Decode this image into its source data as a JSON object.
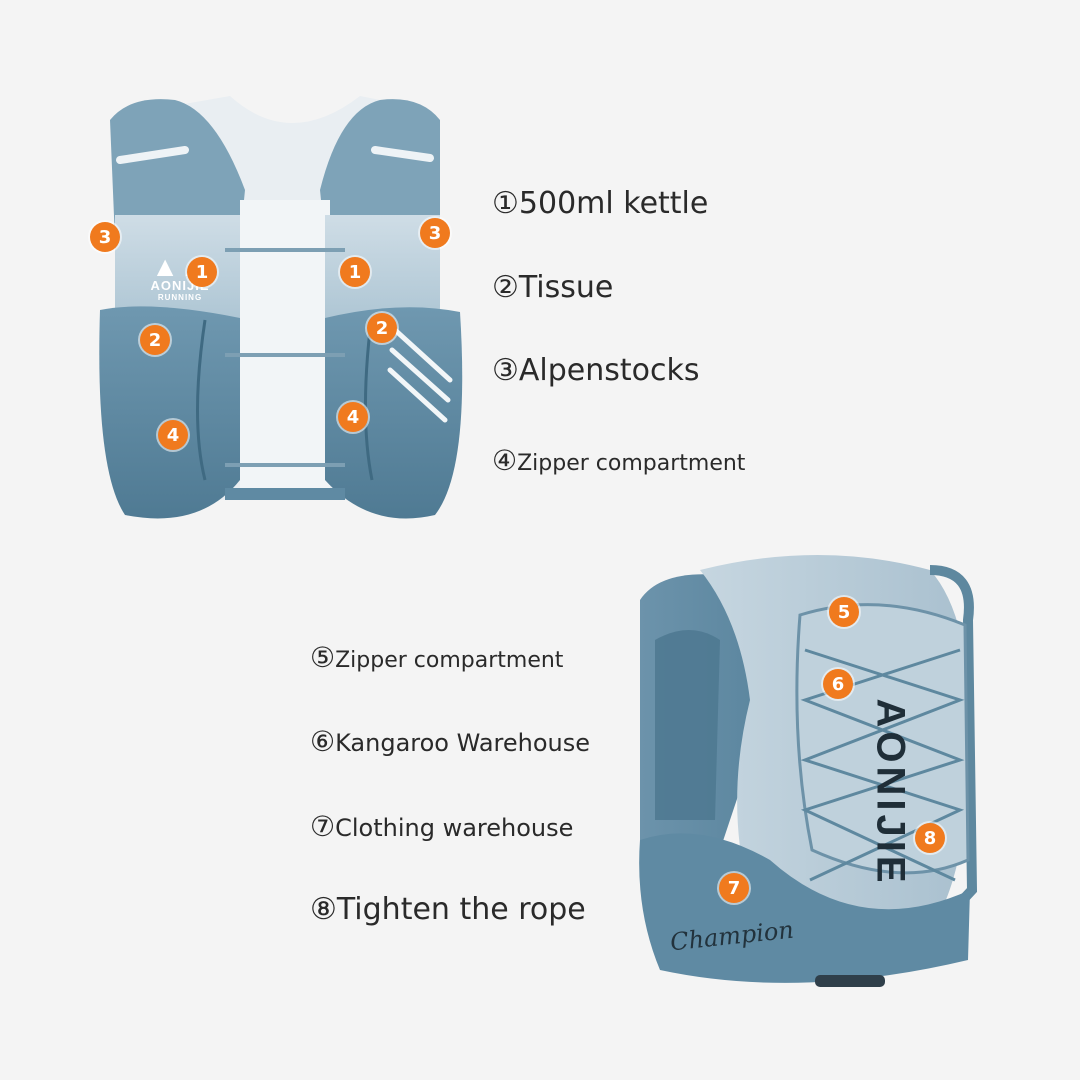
{
  "front_view": {
    "brand": "AONIJIE",
    "brand_sub": "RUNNING"
  },
  "back_view": {
    "brand": "AONIJIE",
    "signature": "Champion"
  },
  "labels": [
    {
      "num": "①",
      "text": "500ml kettle"
    },
    {
      "num": "②",
      "text": "Tissue"
    },
    {
      "num": "③",
      "text": "Alpenstocks"
    },
    {
      "num": "④",
      "text": "Zipper compartment"
    },
    {
      "num": "⑤",
      "text": "Zipper compartment"
    },
    {
      "num": "⑥",
      "text": "Kangaroo Warehouse"
    },
    {
      "num": "⑦",
      "text": "Clothing warehouse"
    },
    {
      "num": "⑧",
      "text": "Tighten the rope"
    }
  ],
  "markers": {
    "one": "1",
    "two": "2",
    "three": "3",
    "four": "4",
    "five": "5",
    "six": "6",
    "seven": "7",
    "eight": "8"
  },
  "colors": {
    "background": "#f4f4f4",
    "vest_dark": "#5f8aa3",
    "vest_light": "#b9cfdc",
    "marker": "#f07a1e",
    "text": "#2a2a2a"
  }
}
